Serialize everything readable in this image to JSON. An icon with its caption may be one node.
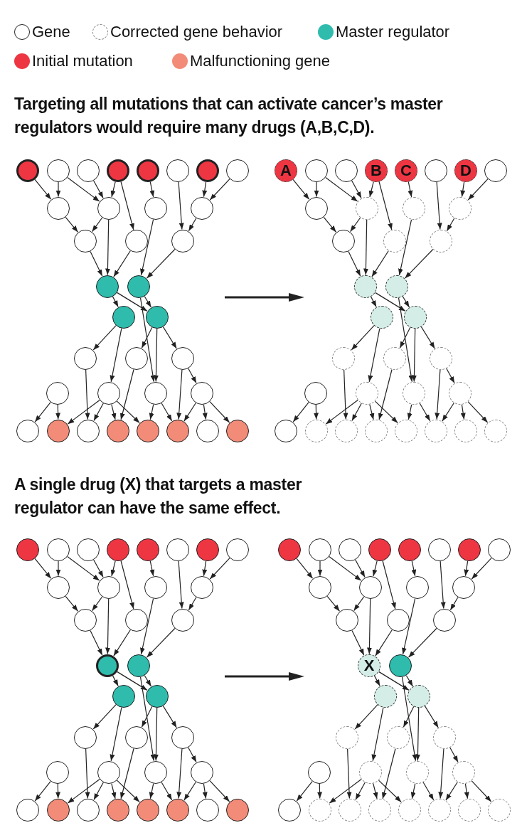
{
  "diagram": {
    "title": "Targeting all mutations that can activate cancer’s master regulators would require many drugs (A,B,C,D).",
    "labels": [
      "A single drug (X) that targets a master regulator can have the same effect."
    ],
    "legend": [
      {
        "text": "Gene"
      },
      {
        "text": "Corrected gene behavior"
      },
      {
        "text": "Master regulator",
        "color": "#2fbcad"
      },
      {
        "text": "Initial mutation",
        "color": "#ee3643"
      },
      {
        "text": "Malfunctioning gene",
        "color": "#f28b78"
      }
    ],
    "nodes": [
      {
        "text": [],
        "shape": "circle"
      },
      {
        "text": [],
        "shape": "circle"
      },
      {
        "text": [],
        "shape": "circle"
      },
      {
        "text": [],
        "shape": "circle"
      },
      {
        "text": [],
        "shape": "circle"
      },
      {
        "text": [],
        "shape": "circle"
      },
      {
        "text": [],
        "shape": "circle"
      },
      {
        "text": [],
        "shape": "circle"
      },
      {
        "text": [],
        "shape": "circle"
      },
      {
        "text": [],
        "shape": "circle"
      },
      {
        "text": [],
        "shape": "circle"
      },
      {
        "text": [],
        "shape": "circle"
      },
      {
        "text": [],
        "shape": "circle"
      },
      {
        "text": [],
        "shape": "circle"
      },
      {
        "text": [],
        "shape": "circle"
      },
      {
        "text": [],
        "shape": "circle"
      },
      {
        "text": [],
        "shape": "circle"
      },
      {
        "text": [],
        "shape": "circle"
      },
      {
        "text": [],
        "shape": "circle"
      },
      {
        "text": [],
        "shape": "circle"
      },
      {
        "text": [],
        "shape": "circle"
      },
      {
        "text": [],
        "shape": "circle"
      },
      {
        "text": [],
        "shape": "circle"
      },
      {
        "text": [],
        "shape": "circle"
      },
      {
        "text": [],
        "shape": "circle"
      },
      {
        "text": [],
        "shape": "circle"
      },
      {
        "text": [],
        "shape": "circle"
      },
      {
        "text": [],
        "shape": "circle"
      },
      {
        "text": [],
        "shape": "circle"
      },
      {
        "text": [],
        "shape": "circle"
      },
      {
        "text": [],
        "shape": "circle"
      },
      {
        "text": [],
        "shape": "circle"
      },
      {
        "text": [],
        "shape": "circle"
      },
      {
        "text": [],
        "shape": "circle"
      },
      {
        "text": [
          "A"
        ]
      },
      {
        "text": [],
        "shape": "circle"
      },
      {
        "text": [],
        "shape": "circle"
      },
      {
        "text": [
          "B"
        ]
      },
      {
        "text": [
          "C"
        ]
      },
      {
        "text": [],
        "shape": "circle"
      },
      {
        "text": [
          "D"
        ]
      },
      {
        "text": [],
        "shape": "circle"
      },
      {
        "text": [],
        "shape": "circle"
      },
      {
        "text": [],
        "shape": "circle"
      },
      {
        "text": [],
        "shape": "circle"
      },
      {
        "text": [],
        "shape": "circle"
      },
      {
        "text": [],
        "shape": "circle"
      },
      {
        "text": [],
        "shape": "circle"
      },
      {
        "text": [],
        "shape": "circle"
      },
      {
        "text": [],
        "shape": "circle"
      },
      {
        "text": [],
        "shape": "circle"
      },
      {
        "text": [],
        "shape": "circle"
      },
      {
        "text": [],
        "shape": "circle"
      },
      {
        "text": [],
        "shape": "circle"
      },
      {
        "text": [],
        "shape": "circle"
      },
      {
        "text": [],
        "shape": "circle"
      },
      {
        "text": [],
        "shape": "circle"
      },
      {
        "text": [],
        "shape": "circle"
      },
      {
        "text": [],
        "shape": "circle"
      },
      {
        "text": [],
        "shape": "circle"
      },
      {
        "text": [],
        "shape": "circle"
      },
      {
        "text": [],
        "shape": "circle"
      },
      {
        "text": [],
        "shape": "circle"
      },
      {
        "text": [],
        "shape": "circle"
      },
      {
        "text": [],
        "shape": "circle"
      },
      {
        "text": [],
        "shape": "circle"
      },
      {
        "text": [],
        "shape": "circle"
      },
      {
        "text": [],
        "shape": "circle"
      },
      {
        "text": [],
        "shape": "circle"
      },
      {
        "text": [],
        "shape": "circle"
      },
      {
        "text": [],
        "shape": "circle"
      },
      {
        "text": [],
        "shape": "circle"
      },
      {
        "text": [],
        "shape": "circle"
      },
      {
        "text": [],
        "shape": "circle"
      },
      {
        "text": [],
        "shape": "circle"
      },
      {
        "text": [],
        "shape": "circle"
      },
      {
        "text": [],
        "shape": "circle"
      },
      {
        "text": [],
        "shape": "circle"
      },
      {
        "text": [],
        "shape": "circle"
      },
      {
        "text": [],
        "shape": "circle"
      },
      {
        "text": [],
        "shape": "circle"
      },
      {
        "text": [],
        "shape": "circle"
      },
      {
        "text": [],
        "shape": "circle"
      },
      {
        "text": [],
        "shape": "circle"
      },
      {
        "text": [],
        "shape": "circle"
      },
      {
        "text": [],
        "shape": "circle"
      },
      {
        "text": [],
        "shape": "circle"
      },
      {
        "text": [],
        "shape": "circle"
      },
      {
        "text": [],
        "shape": "circle"
      },
      {
        "text": [],
        "shape": "circle"
      },
      {
        "text": [],
        "shape": "circle"
      },
      {
        "text": [],
        "shape": "circle"
      },
      {
        "text": [],
        "shape": "circle"
      },
      {
        "text": [],
        "shape": "circle"
      },
      {
        "text": [],
        "shape": "circle"
      },
      {
        "text": [],
        "shape": "circle"
      },
      {
        "text": [],
        "shape": "circle"
      },
      {
        "text": [],
        "shape": "circle"
      },
      {
        "text": [],
        "shape": "circle"
      },
      {
        "text": [],
        "shape": "circle"
      },
      {
        "text": [],
        "shape": "circle"
      },
      {
        "text": [],
        "shape": "circle"
      },
      {
        "text": [],
        "shape": "circle"
      },
      {
        "text": [],
        "shape": "circle"
      },
      {
        "text": [],
        "shape": "circle"
      },
      {
        "text": [],
        "shape": "circle"
      },
      {
        "text": [],
        "shape": "circle"
      },
      {
        "text": [],
        "shape": "circle"
      },
      {
        "text": [],
        "shape": "circle"
      },
      {
        "text": [],
        "shape": "circle"
      },
      {
        "text": [],
        "shape": "circle"
      },
      {
        "text": [],
        "shape": "circle"
      },
      {
        "text": [],
        "shape": "circle"
      },
      {
        "text": [],
        "shape": "circle"
      },
      {
        "text": [],
        "shape": "circle"
      },
      {
        "text": [],
        "shape": "circle"
      },
      {
        "text": [],
        "shape": "circle"
      },
      {
        "text": [
          "X"
        ]
      },
      {
        "text": [],
        "shape": "circle"
      },
      {
        "text": [],
        "shape": "circle"
      },
      {
        "text": [],
        "shape": "circle"
      },
      {
        "text": [],
        "shape": "circle"
      },
      {
        "text": [],
        "shape": "circle"
      },
      {
        "text": [],
        "shape": "circle"
      },
      {
        "text": [],
        "shape": "circle"
      },
      {
        "text": [],
        "shape": "circle"
      },
      {
        "text": [],
        "shape": "circle"
      },
      {
        "text": [],
        "shape": "circle"
      },
      {
        "text": [],
        "shape": "circle"
      },
      {
        "text": [],
        "shape": "circle"
      },
      {
        "text": [],
        "shape": "circle"
      },
      {
        "text": [],
        "shape": "circle"
      },
      {
        "text": [],
        "shape": "circle"
      },
      {
        "text": [],
        "shape": "circle"
      },
      {
        "text": [],
        "shape": "circle"
      },
      {
        "text": [],
        "shape": "circle"
      }
    ],
    "edges": [
      {
        "from": 0,
        "to": 8,
        "arrow": "to"
      },
      {
        "from": 1,
        "to": 8,
        "arrow": "to"
      },
      {
        "from": 1,
        "to": 9,
        "arrow": "to"
      },
      {
        "from": 2,
        "to": 9,
        "arrow": "to"
      },
      {
        "from": 3,
        "to": 9,
        "arrow": "to"
      },
      {
        "from": 3,
        "to": 13,
        "arrow": "to"
      },
      {
        "from": 4,
        "to": 10,
        "arrow": "to"
      },
      {
        "from": 5,
        "to": 14,
        "arrow": "to"
      },
      {
        "from": 6,
        "to": 11,
        "arrow": "to"
      },
      {
        "from": 7,
        "to": 11,
        "arrow": "to"
      },
      {
        "from": 8,
        "to": 12,
        "arrow": "to"
      },
      {
        "from": 9,
        "to": 12,
        "arrow": "to"
      },
      {
        "from": 9,
        "to": 15,
        "arrow": "to"
      },
      {
        "from": 10,
        "to": 16,
        "arrow": "to"
      },
      {
        "from": 11,
        "to": 14,
        "arrow": "to"
      },
      {
        "from": 12,
        "to": 15,
        "arrow": "to"
      },
      {
        "from": 13,
        "to": 15,
        "arrow": "to"
      },
      {
        "from": 14,
        "to": 16,
        "arrow": "to"
      },
      {
        "from": 15,
        "to": 17,
        "arrow": "to"
      },
      {
        "from": 15,
        "to": 18,
        "arrow": "to"
      },
      {
        "from": 16,
        "to": 18,
        "arrow": "to"
      },
      {
        "from": 16,
        "to": 24,
        "arrow": "to"
      },
      {
        "from": 17,
        "to": 19,
        "arrow": "to"
      },
      {
        "from": 17,
        "to": 23,
        "arrow": "to"
      },
      {
        "from": 18,
        "to": 20,
        "arrow": "to"
      },
      {
        "from": 18,
        "to": 24,
        "arrow": "to"
      },
      {
        "from": 18,
        "to": 21,
        "arrow": "to"
      },
      {
        "from": 19,
        "to": 28,
        "arrow": "to"
      },
      {
        "from": 20,
        "to": 29,
        "arrow": "to"
      },
      {
        "from": 21,
        "to": 25,
        "arrow": "to"
      },
      {
        "from": 21,
        "to": 31,
        "arrow": "to"
      },
      {
        "from": 22,
        "to": 26,
        "arrow": "to"
      },
      {
        "from": 22,
        "to": 27,
        "arrow": "to"
      },
      {
        "from": 23,
        "to": 27,
        "arrow": "to"
      },
      {
        "from": 23,
        "to": 28,
        "arrow": "to"
      },
      {
        "from": 23,
        "to": 29,
        "arrow": "to"
      },
      {
        "from": 23,
        "to": 30,
        "arrow": "to"
      },
      {
        "from": 24,
        "to": 30,
        "arrow": "to"
      },
      {
        "from": 24,
        "to": 31,
        "arrow": "to"
      },
      {
        "from": 25,
        "to": 31,
        "arrow": "to"
      },
      {
        "from": 25,
        "to": 32,
        "arrow": "to"
      },
      {
        "from": 25,
        "to": 33,
        "arrow": "to"
      },
      {
        "from": 34,
        "to": 42,
        "arrow": "to"
      },
      {
        "from": 35,
        "to": 42,
        "arrow": "to"
      },
      {
        "from": 35,
        "to": 43,
        "arrow": "to"
      },
      {
        "from": 36,
        "to": 43,
        "arrow": "to"
      },
      {
        "from": 37,
        "to": 43,
        "arrow": "to"
      },
      {
        "from": 37,
        "to": 47,
        "arrow": "to"
      },
      {
        "from": 38,
        "to": 44,
        "arrow": "to"
      },
      {
        "from": 39,
        "to": 48,
        "arrow": "to"
      },
      {
        "from": 40,
        "to": 45,
        "arrow": "to"
      },
      {
        "from": 41,
        "to": 45,
        "arrow": "to"
      },
      {
        "from": 42,
        "to": 46,
        "arrow": "to"
      },
      {
        "from": 43,
        "to": 46,
        "arrow": "to"
      },
      {
        "from": 43,
        "to": 49,
        "arrow": "to"
      },
      {
        "from": 44,
        "to": 50,
        "arrow": "to"
      },
      {
        "from": 45,
        "to": 48,
        "arrow": "to"
      },
      {
        "from": 46,
        "to": 49,
        "arrow": "to"
      },
      {
        "from": 47,
        "to": 49,
        "arrow": "to"
      },
      {
        "from": 48,
        "to": 50,
        "arrow": "to"
      },
      {
        "from": 49,
        "to": 51,
        "arrow": "to"
      },
      {
        "from": 49,
        "to": 52,
        "arrow": "to"
      },
      {
        "from": 50,
        "to": 52,
        "arrow": "to"
      },
      {
        "from": 50,
        "to": 58,
        "arrow": "to"
      },
      {
        "from": 51,
        "to": 53,
        "arrow": "to"
      },
      {
        "from": 51,
        "to": 57,
        "arrow": "to"
      },
      {
        "from": 52,
        "to": 54,
        "arrow": "to"
      },
      {
        "from": 52,
        "to": 58,
        "arrow": "to"
      },
      {
        "from": 52,
        "to": 55,
        "arrow": "to"
      },
      {
        "from": 53,
        "to": 62,
        "arrow": "to"
      },
      {
        "from": 54,
        "to": 63,
        "arrow": "to"
      },
      {
        "from": 55,
        "to": 59,
        "arrow": "to"
      },
      {
        "from": 55,
        "to": 65,
        "arrow": "to"
      },
      {
        "from": 56,
        "to": 60,
        "arrow": "to"
      },
      {
        "from": 56,
        "to": 61,
        "arrow": "to"
      },
      {
        "from": 57,
        "to": 61,
        "arrow": "to"
      },
      {
        "from": 57,
        "to": 62,
        "arrow": "to"
      },
      {
        "from": 57,
        "to": 63,
        "arrow": "to"
      },
      {
        "from": 57,
        "to": 64,
        "arrow": "to"
      },
      {
        "from": 58,
        "to": 64,
        "arrow": "to"
      },
      {
        "from": 58,
        "to": 65,
        "arrow": "to"
      },
      {
        "from": 59,
        "to": 65,
        "arrow": "to"
      },
      {
        "from": 59,
        "to": 66,
        "arrow": "to"
      },
      {
        "from": 59,
        "to": 67,
        "arrow": "to"
      },
      {
        "from": 68,
        "to": 76,
        "arrow": "to"
      },
      {
        "from": 69,
        "to": 76,
        "arrow": "to"
      },
      {
        "from": 69,
        "to": 77,
        "arrow": "to"
      },
      {
        "from": 70,
        "to": 77,
        "arrow": "to"
      },
      {
        "from": 71,
        "to": 77,
        "arrow": "to"
      },
      {
        "from": 71,
        "to": 81,
        "arrow": "to"
      },
      {
        "from": 72,
        "to": 78,
        "arrow": "to"
      },
      {
        "from": 73,
        "to": 82,
        "arrow": "to"
      },
      {
        "from": 74,
        "to": 79,
        "arrow": "to"
      },
      {
        "from": 75,
        "to": 79,
        "arrow": "to"
      },
      {
        "from": 76,
        "to": 80,
        "arrow": "to"
      },
      {
        "from": 77,
        "to": 80,
        "arrow": "to"
      },
      {
        "from": 77,
        "to": 83,
        "arrow": "to"
      },
      {
        "from": 78,
        "to": 84,
        "arrow": "to"
      },
      {
        "from": 79,
        "to": 82,
        "arrow": "to"
      },
      {
        "from": 80,
        "to": 83,
        "arrow": "to"
      },
      {
        "from": 81,
        "to": 83,
        "arrow": "to"
      },
      {
        "from": 82,
        "to": 84,
        "arrow": "to"
      },
      {
        "from": 83,
        "to": 85,
        "arrow": "to"
      },
      {
        "from": 83,
        "to": 86,
        "arrow": "to"
      },
      {
        "from": 84,
        "to": 86,
        "arrow": "to"
      },
      {
        "from": 84,
        "to": 92,
        "arrow": "to"
      },
      {
        "from": 85,
        "to": 87,
        "arrow": "to"
      },
      {
        "from": 85,
        "to": 91,
        "arrow": "to"
      },
      {
        "from": 86,
        "to": 88,
        "arrow": "to"
      },
      {
        "from": 86,
        "to": 92,
        "arrow": "to"
      },
      {
        "from": 86,
        "to": 89,
        "arrow": "to"
      },
      {
        "from": 87,
        "to": 96,
        "arrow": "to"
      },
      {
        "from": 88,
        "to": 97,
        "arrow": "to"
      },
      {
        "from": 89,
        "to": 93,
        "arrow": "to"
      },
      {
        "from": 89,
        "to": 99,
        "arrow": "to"
      },
      {
        "from": 90,
        "to": 94,
        "arrow": "to"
      },
      {
        "from": 90,
        "to": 95,
        "arrow": "to"
      },
      {
        "from": 91,
        "to": 95,
        "arrow": "to"
      },
      {
        "from": 91,
        "to": 96,
        "arrow": "to"
      },
      {
        "from": 91,
        "to": 97,
        "arrow": "to"
      },
      {
        "from": 91,
        "to": 98,
        "arrow": "to"
      },
      {
        "from": 92,
        "to": 98,
        "arrow": "to"
      },
      {
        "from": 92,
        "to": 99,
        "arrow": "to"
      },
      {
        "from": 93,
        "to": 99,
        "arrow": "to"
      },
      {
        "from": 93,
        "to": 100,
        "arrow": "to"
      },
      {
        "from": 93,
        "to": 101,
        "arrow": "to"
      },
      {
        "from": 102,
        "to": 110,
        "arrow": "to"
      },
      {
        "from": 103,
        "to": 110,
        "arrow": "to"
      },
      {
        "from": 103,
        "to": 111,
        "arrow": "to"
      },
      {
        "from": 104,
        "to": 111,
        "arrow": "to"
      },
      {
        "from": 105,
        "to": 111,
        "arrow": "to"
      },
      {
        "from": 105,
        "to": 115,
        "arrow": "to"
      },
      {
        "from": 106,
        "to": 112,
        "arrow": "to"
      },
      {
        "from": 107,
        "to": 116,
        "arrow": "to"
      },
      {
        "from": 108,
        "to": 113,
        "arrow": "to"
      },
      {
        "from": 109,
        "to": 113,
        "arrow": "to"
      },
      {
        "from": 110,
        "to": 114,
        "arrow": "to"
      },
      {
        "from": 111,
        "to": 114,
        "arrow": "to"
      },
      {
        "from": 111,
        "to": 117,
        "arrow": "to"
      },
      {
        "from": 112,
        "to": 118,
        "arrow": "to"
      },
      {
        "from": 113,
        "to": 116,
        "arrow": "to"
      },
      {
        "from": 114,
        "to": 117,
        "arrow": "to"
      },
      {
        "from": 115,
        "to": 117,
        "arrow": "to"
      },
      {
        "from": 116,
        "to": 118,
        "arrow": "to"
      },
      {
        "from": 117,
        "to": 119,
        "arrow": "to"
      },
      {
        "from": 117,
        "to": 120,
        "arrow": "to"
      },
      {
        "from": 118,
        "to": 120,
        "arrow": "to"
      },
      {
        "from": 118,
        "to": 126,
        "arrow": "to"
      },
      {
        "from": 119,
        "to": 121,
        "arrow": "to"
      },
      {
        "from": 119,
        "to": 125,
        "arrow": "to"
      },
      {
        "from": 120,
        "to": 122,
        "arrow": "to"
      },
      {
        "from": 120,
        "to": 126,
        "arrow": "to"
      },
      {
        "from": 120,
        "to": 123,
        "arrow": "to"
      },
      {
        "from": 121,
        "to": 130,
        "arrow": "to"
      },
      {
        "from": 122,
        "to": 131,
        "arrow": "to"
      },
      {
        "from": 123,
        "to": 127,
        "arrow": "to"
      },
      {
        "from": 123,
        "to": 133,
        "arrow": "to"
      },
      {
        "from": 124,
        "to": 128,
        "arrow": "to"
      },
      {
        "from": 124,
        "to": 129,
        "arrow": "to"
      },
      {
        "from": 125,
        "to": 129,
        "arrow": "to"
      },
      {
        "from": 125,
        "to": 130,
        "arrow": "to"
      },
      {
        "from": 125,
        "to": 131,
        "arrow": "to"
      },
      {
        "from": 125,
        "to": 132,
        "arrow": "to"
      },
      {
        "from": 126,
        "to": 132,
        "arrow": "to"
      },
      {
        "from": 126,
        "to": 133,
        "arrow": "to"
      },
      {
        "from": 127,
        "to": 133,
        "arrow": "to"
      },
      {
        "from": 127,
        "to": 134,
        "arrow": "to"
      },
      {
        "from": 127,
        "to": 135,
        "arrow": "to"
      }
    ]
  }
}
